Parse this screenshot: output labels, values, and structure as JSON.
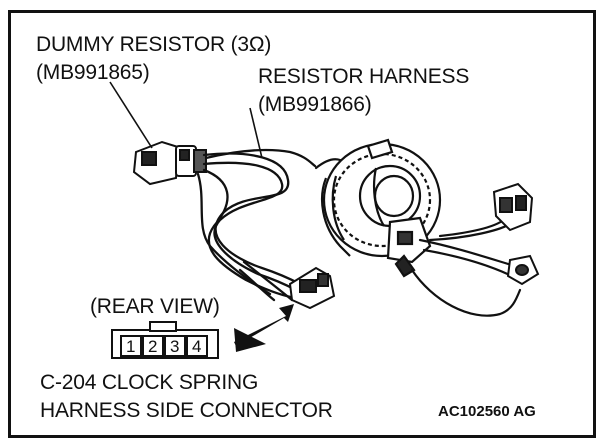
{
  "labels": {
    "dummy_resistor": "DUMMY RESISTOR (3Ω)",
    "dummy_resistor_part": "(MB991865)",
    "resistor_harness": "RESISTOR HARNESS",
    "resistor_harness_part": "(MB991866)",
    "rear_view": "(REAR VIEW)",
    "connector_name": "C-204 CLOCK SPRING",
    "connector_desc": "HARNESS SIDE CONNECTOR",
    "figure_code": "AC102560 AG"
  },
  "connector_pins": [
    "1",
    "2",
    "3",
    "4"
  ]
}
